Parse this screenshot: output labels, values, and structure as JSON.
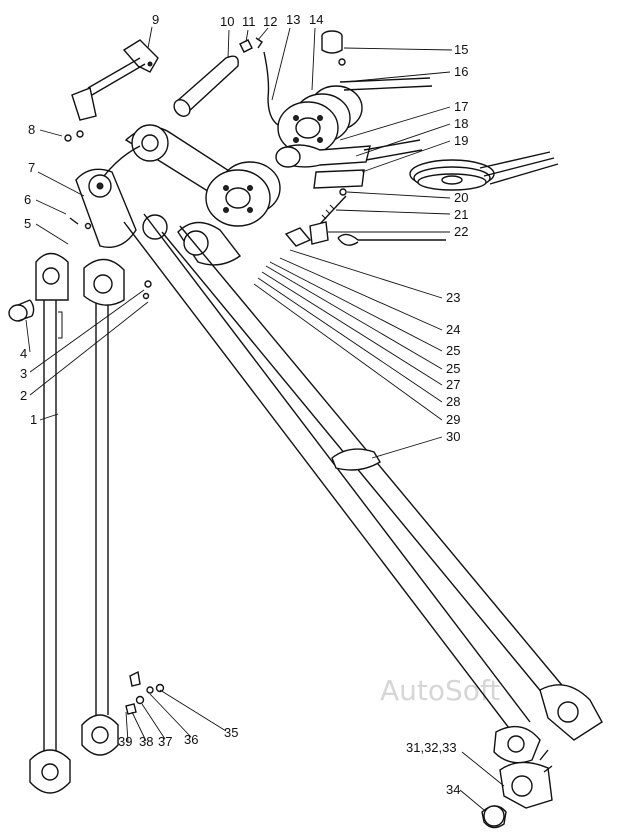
{
  "diagram": {
    "watermark": "AutoSoft",
    "callouts": [
      {
        "id": "1",
        "text": "1"
      },
      {
        "id": "2",
        "text": "2"
      },
      {
        "id": "3",
        "text": "3"
      },
      {
        "id": "4",
        "text": "4"
      },
      {
        "id": "5",
        "text": "5"
      },
      {
        "id": "6",
        "text": "6"
      },
      {
        "id": "7",
        "text": "7"
      },
      {
        "id": "8",
        "text": "8"
      },
      {
        "id": "9",
        "text": "9"
      },
      {
        "id": "10",
        "text": "10"
      },
      {
        "id": "11",
        "text": "11"
      },
      {
        "id": "12",
        "text": "12"
      },
      {
        "id": "13",
        "text": "13"
      },
      {
        "id": "14",
        "text": "14"
      },
      {
        "id": "15",
        "text": "15"
      },
      {
        "id": "16",
        "text": "16"
      },
      {
        "id": "17",
        "text": "17"
      },
      {
        "id": "18",
        "text": "18"
      },
      {
        "id": "19",
        "text": "19"
      },
      {
        "id": "20",
        "text": "20"
      },
      {
        "id": "21",
        "text": "21"
      },
      {
        "id": "22",
        "text": "22"
      },
      {
        "id": "23",
        "text": "23"
      },
      {
        "id": "24",
        "text": "24"
      },
      {
        "id": "25a",
        "text": "25"
      },
      {
        "id": "25b",
        "text": "25"
      },
      {
        "id": "27",
        "text": "27"
      },
      {
        "id": "28",
        "text": "28"
      },
      {
        "id": "29",
        "text": "29"
      },
      {
        "id": "30",
        "text": "30"
      },
      {
        "id": "31",
        "text": "31,32,33"
      },
      {
        "id": "34",
        "text": "34"
      },
      {
        "id": "35",
        "text": "35"
      },
      {
        "id": "36",
        "text": "36"
      },
      {
        "id": "37",
        "text": "37"
      },
      {
        "id": "38",
        "text": "38"
      },
      {
        "id": "39",
        "text": "39"
      }
    ]
  }
}
